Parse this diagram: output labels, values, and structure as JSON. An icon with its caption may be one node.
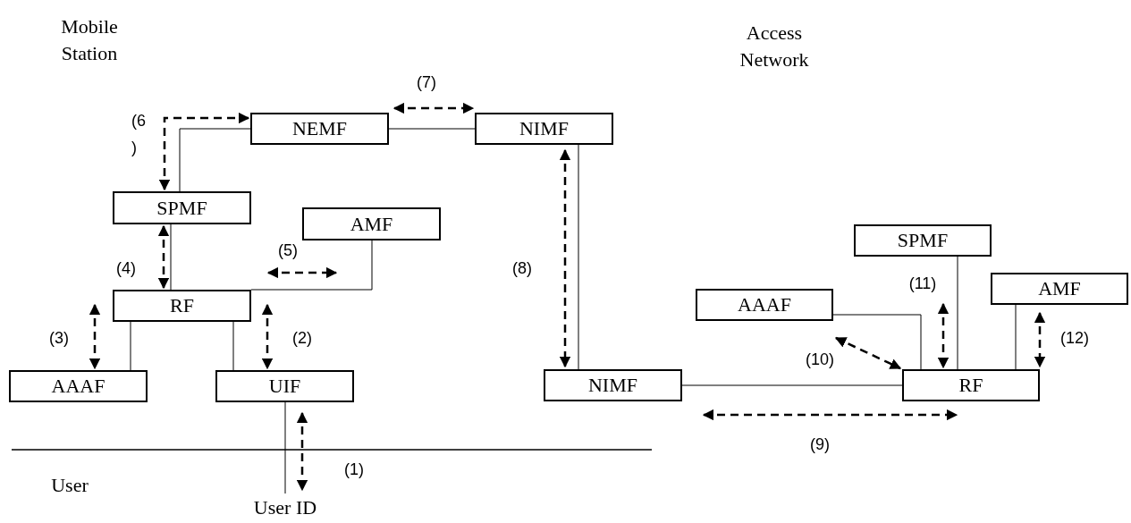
{
  "diagram": {
    "nodes": [
      {
        "text": [
          "NEMF"
        ]
      },
      {
        "text": [
          "NIMF"
        ]
      },
      {
        "text": [
          "SPMF"
        ]
      },
      {
        "text": [
          "AMF"
        ]
      },
      {
        "text": [
          "RF"
        ]
      },
      {
        "text": [
          "AAAF"
        ]
      },
      {
        "text": [
          "UIF"
        ]
      },
      {
        "text": [
          "User ID"
        ]
      },
      {
        "text": [
          "NIMF"
        ]
      },
      {
        "text": [
          "SPMF"
        ]
      },
      {
        "text": [
          "AAAF"
        ]
      },
      {
        "text": [
          "AMF"
        ]
      },
      {
        "text": [
          "RF"
        ]
      }
    ],
    "edges": [
      {
        "from": 0,
        "to": 1,
        "arrow": "none"
      },
      {
        "from": 0,
        "to": 2,
        "arrow": "none"
      },
      {
        "from": 2,
        "to": 4,
        "arrow": "none"
      },
      {
        "from": 3,
        "to": 4,
        "arrow": "none"
      },
      {
        "from": 4,
        "to": 5,
        "arrow": "none"
      },
      {
        "from": 4,
        "to": 6,
        "arrow": "none"
      },
      {
        "from": 6,
        "to": 7,
        "arrow": "none"
      },
      {
        "from": 1,
        "to": 8,
        "arrow": "none"
      },
      {
        "from": 8,
        "to": 12,
        "arrow": "none"
      },
      {
        "from": 10,
        "to": 12,
        "arrow": "none"
      },
      {
        "from": 9,
        "to": 12,
        "arrow": "none"
      },
      {
        "from": 11,
        "to": 12,
        "arrow": "none"
      },
      {
        "from": 6,
        "to": 7,
        "arrow": "both",
        "style": "dashed",
        "label": "(1)"
      },
      {
        "from": 4,
        "to": 6,
        "arrow": "both",
        "style": "dashed",
        "label": "(2)"
      },
      {
        "from": 4,
        "to": 5,
        "arrow": "both",
        "style": "dashed",
        "label": "(3)"
      },
      {
        "from": 2,
        "to": 4,
        "arrow": "both",
        "style": "dashed",
        "label": "(4)"
      },
      {
        "from": 4,
        "to": 3,
        "arrow": "both",
        "style": "dashed",
        "label": "(5)"
      },
      {
        "from": 2,
        "to": 0,
        "arrow": "both",
        "style": "dashed",
        "label": "(6 )"
      },
      {
        "from": 0,
        "to": 1,
        "arrow": "both",
        "style": "dashed",
        "label": "(7)"
      },
      {
        "from": 1,
        "to": 8,
        "arrow": "both",
        "style": "dashed",
        "label": "(8)"
      },
      {
        "from": 8,
        "to": 12,
        "arrow": "both",
        "style": "dashed",
        "label": "(9)"
      },
      {
        "from": 10,
        "to": 12,
        "arrow": "both",
        "style": "dashed",
        "label": "(10)"
      },
      {
        "from": 9,
        "to": 12,
        "arrow": "both",
        "style": "dashed",
        "label": "(11)"
      },
      {
        "from": 11,
        "to": 12,
        "arrow": "both",
        "style": "dashed",
        "label": "(12)"
      }
    ],
    "labels": [
      "Mobile Station",
      "Access Network",
      "User"
    ]
  }
}
